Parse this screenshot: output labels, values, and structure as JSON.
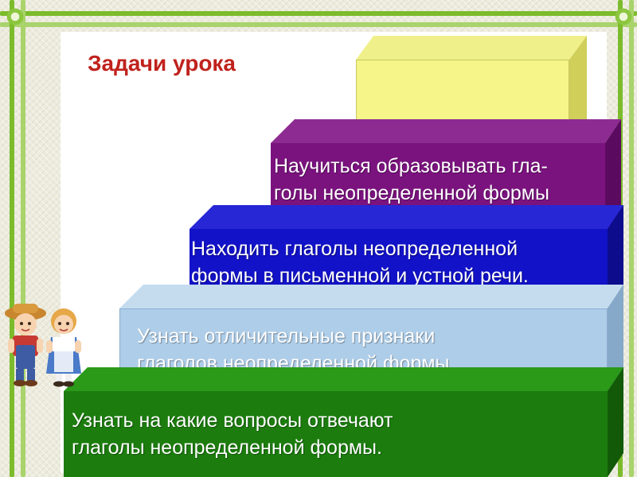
{
  "slide": {
    "title": "Задачи урока"
  },
  "steps": [
    {
      "id": "step-1",
      "text": "Узнать на какие вопросы отвечают\nглаголы неопределенной формы.",
      "color": "#1c7d0e"
    },
    {
      "id": "step-2",
      "text": "Узнать отличительные признаки\nглаголов неопределенной формы.",
      "color": "#aecde8"
    },
    {
      "id": "step-3",
      "text": "Находить глаголы неопределенной\nформы в письменной и устной речи.",
      "color": "#1212c8"
    },
    {
      "id": "step-4",
      "text": "Научиться образовывать гла-\nголы неопределенной формы",
      "color": "#7b137f"
    },
    {
      "id": "step-5",
      "text": "",
      "color": "#f5f58a"
    }
  ],
  "decor": {
    "frame_color": "#7cbc2c",
    "illustration": "boy-and-girl-dolls"
  }
}
